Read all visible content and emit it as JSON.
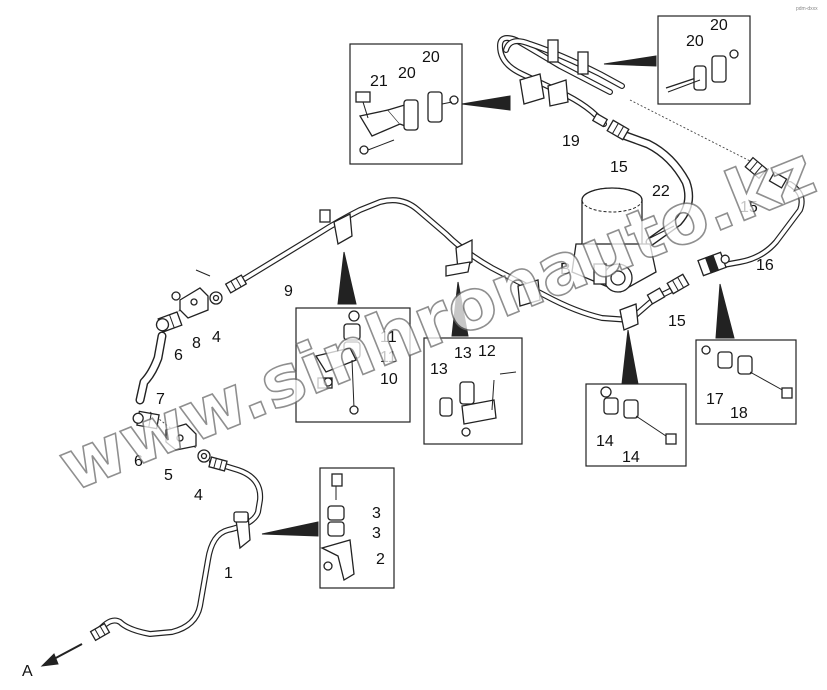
{
  "diagram": {
    "part_labels": [
      {
        "id": "p1",
        "text": "1"
      },
      {
        "id": "p2",
        "text": "2"
      },
      {
        "id": "p3a",
        "text": "3"
      },
      {
        "id": "p3b",
        "text": "3"
      },
      {
        "id": "p4a",
        "text": "4"
      },
      {
        "id": "p4b",
        "text": "4"
      },
      {
        "id": "p5",
        "text": "5"
      },
      {
        "id": "p6a",
        "text": "6"
      },
      {
        "id": "p6b",
        "text": "6"
      },
      {
        "id": "p7",
        "text": "7"
      },
      {
        "id": "p8",
        "text": "8"
      },
      {
        "id": "p9",
        "text": "9"
      },
      {
        "id": "p10",
        "text": "10"
      },
      {
        "id": "p11a",
        "text": "11"
      },
      {
        "id": "p11b",
        "text": "11"
      },
      {
        "id": "p12",
        "text": "12"
      },
      {
        "id": "p13a",
        "text": "13"
      },
      {
        "id": "p13b",
        "text": "13"
      },
      {
        "id": "p14a",
        "text": "14"
      },
      {
        "id": "p14b",
        "text": "14"
      },
      {
        "id": "p15a",
        "text": "15"
      },
      {
        "id": "p15b",
        "text": "15"
      },
      {
        "id": "p15c",
        "text": "15"
      },
      {
        "id": "p16",
        "text": "16"
      },
      {
        "id": "p17",
        "text": "17"
      },
      {
        "id": "p18",
        "text": "18"
      },
      {
        "id": "p19",
        "text": "19"
      },
      {
        "id": "p20a",
        "text": "20"
      },
      {
        "id": "p20b",
        "text": "20"
      },
      {
        "id": "p20c",
        "text": "20"
      },
      {
        "id": "p20d",
        "text": "20"
      },
      {
        "id": "p21",
        "text": "21"
      },
      {
        "id": "p22",
        "text": "22"
      }
    ],
    "arrow_label": "A",
    "marker_label": "B",
    "watermark": "www.sinhronauto.kz",
    "corner_mark": "pdm-dxxx"
  },
  "colors": {
    "line": "#222222",
    "background": "#ffffff",
    "watermark_stroke": "#6a6a6a"
  }
}
